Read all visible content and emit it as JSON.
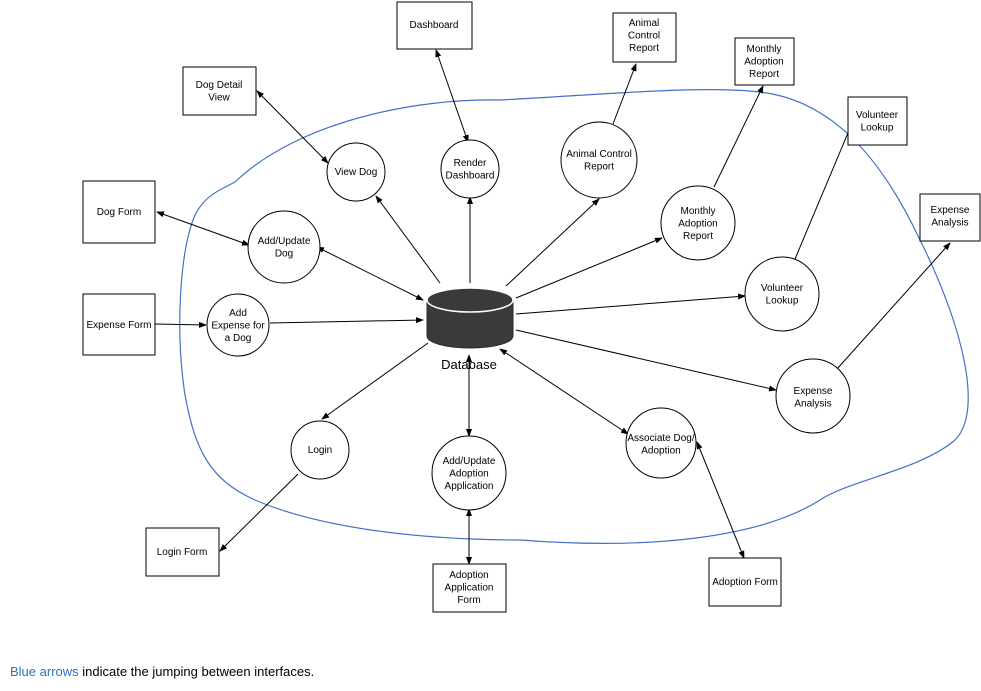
{
  "database_label": "Database",
  "nodes": {
    "dashboard": {
      "lines": [
        "Dashboard"
      ]
    },
    "animal_control_report": {
      "lines": [
        "Animal",
        "Control",
        "Report"
      ]
    },
    "monthly_adoption_report": {
      "lines": [
        "Monthly",
        "Adoption",
        "Report"
      ]
    },
    "volunteer_lookup": {
      "lines": [
        "Volunteer",
        "Lookup"
      ]
    },
    "expense_analysis": {
      "lines": [
        "Expense",
        "Analysis"
      ]
    },
    "dog_detail_view": {
      "lines": [
        "Dog Detail",
        "View"
      ]
    },
    "dog_form": {
      "lines": [
        "Dog  Form"
      ]
    },
    "expense_form": {
      "lines": [
        "Expense Form"
      ]
    },
    "login_form": {
      "lines": [
        "Login Form"
      ]
    },
    "adoption_application_form": {
      "lines": [
        "Adoption",
        "Application",
        "Form"
      ]
    },
    "adoption_form": {
      "lines": [
        "Adoption Form"
      ]
    },
    "view_dog": {
      "lines": [
        "View Dog"
      ]
    },
    "render_dashboard": {
      "lines": [
        "Render",
        "Dashboard"
      ]
    },
    "animal_control_report_proc": {
      "lines": [
        "Animal Control",
        "Report"
      ]
    },
    "monthly_adoption_report_proc": {
      "lines": [
        "Monthly",
        "Adoption",
        "Report"
      ]
    },
    "add_update_dog": {
      "lines": [
        "Add/Update",
        "Dog"
      ]
    },
    "add_expense": {
      "lines": [
        "Add",
        "Expense for",
        "a Dog"
      ]
    },
    "volunteer_lookup_proc": {
      "lines": [
        "Volunteer",
        "Lookup"
      ]
    },
    "expense_analysis_proc": {
      "lines": [
        "Expense",
        "Analysis"
      ]
    },
    "login": {
      "lines": [
        "Login"
      ]
    },
    "add_update_adoption_application": {
      "lines": [
        "Add/Update",
        "Adoption",
        "Application"
      ]
    },
    "associate_dog_adoption": {
      "lines": [
        "Associate Dog/",
        "Adoption"
      ]
    }
  },
  "caption": {
    "highlight": "Blue arrows",
    "rest": " indicate the jumping between interfaces."
  },
  "colors": {
    "boundary": "#4472c4",
    "caption_highlight": "#2e74b5",
    "database": "#3a3a3a"
  }
}
